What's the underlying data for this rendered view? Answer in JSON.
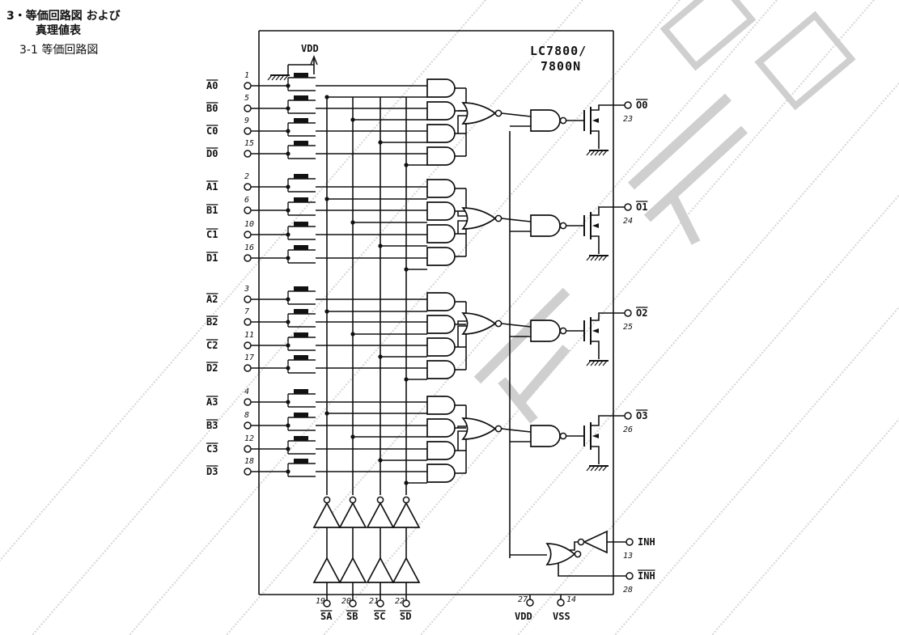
{
  "title": {
    "line1": "3・等価回路図 および",
    "line2": "真理値表",
    "section": "3-1 等価回路図"
  },
  "chip": {
    "line1": "LC7800/",
    "line2": "7800N"
  },
  "top_supply": "VDD",
  "inputs": [
    {
      "label": "A0",
      "pin": "1"
    },
    {
      "label": "B0",
      "pin": "5"
    },
    {
      "label": "C0",
      "pin": "9"
    },
    {
      "label": "D0",
      "pin": "15"
    },
    {
      "label": "A1",
      "pin": "2"
    },
    {
      "label": "B1",
      "pin": "6"
    },
    {
      "label": "C1",
      "pin": "10"
    },
    {
      "label": "D1",
      "pin": "16"
    },
    {
      "label": "A2",
      "pin": "3"
    },
    {
      "label": "B2",
      "pin": "7"
    },
    {
      "label": "C2",
      "pin": "11"
    },
    {
      "label": "D2",
      "pin": "17"
    },
    {
      "label": "A3",
      "pin": "4"
    },
    {
      "label": "B3",
      "pin": "8"
    },
    {
      "label": "C3",
      "pin": "12"
    },
    {
      "label": "D3",
      "pin": "18"
    }
  ],
  "outputs": [
    {
      "label": "O0",
      "pin": "23"
    },
    {
      "label": "O1",
      "pin": "24"
    },
    {
      "label": "O2",
      "pin": "25"
    },
    {
      "label": "O3",
      "pin": "26"
    }
  ],
  "select_pins": [
    {
      "label": "SA",
      "pin": "19"
    },
    {
      "label": "SB",
      "pin": "20"
    },
    {
      "label": "SC",
      "pin": "21"
    },
    {
      "label": "SD",
      "pin": "22"
    }
  ],
  "inh": {
    "label": "INH",
    "pin": "13"
  },
  "inh_bar": {
    "label": "INH",
    "pin": "28"
  },
  "vdd_pin": {
    "label": "VDD",
    "pin": "27"
  },
  "vss_pin": {
    "label": "VSS",
    "pin": "14"
  }
}
